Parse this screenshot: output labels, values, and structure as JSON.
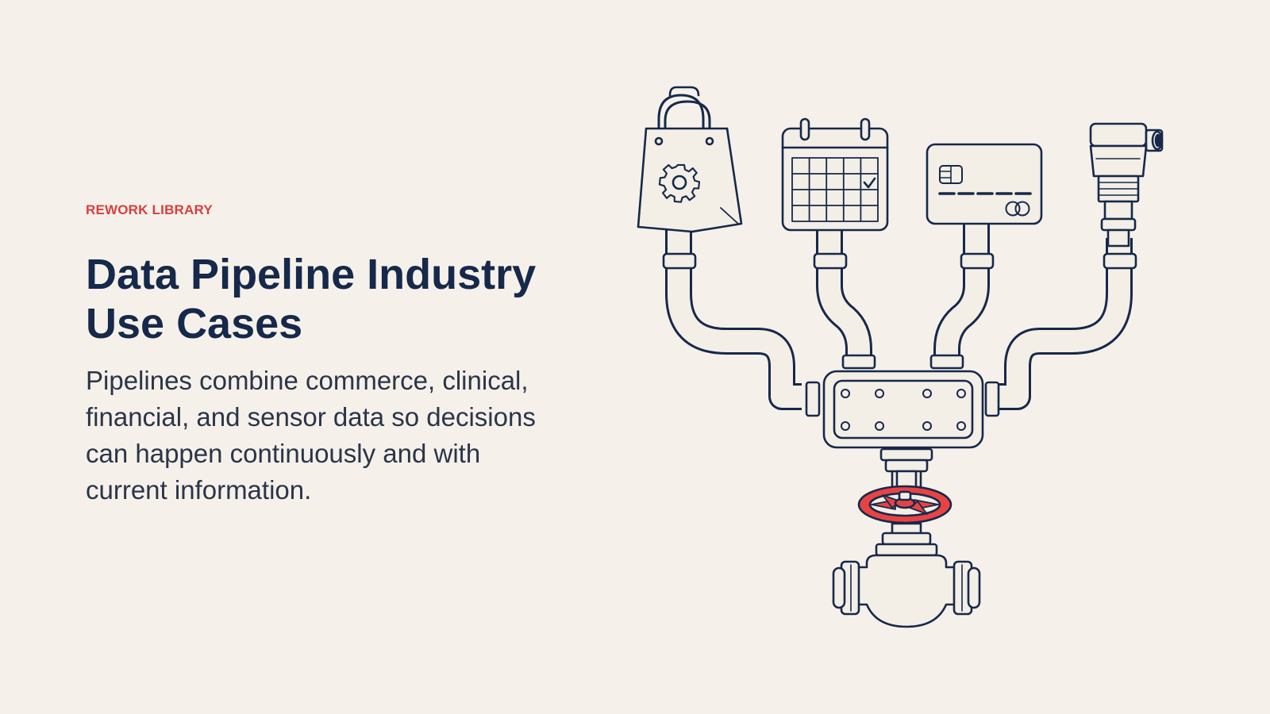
{
  "eyebrow": "REWORK LIBRARY",
  "title": {
    "line1": "Data Pipeline Industry",
    "line2": "Use Cases"
  },
  "body": "Pipelines combine commerce, clinical, financial, and sensor data so decisions can happen continuously and with current information.",
  "illustration": {
    "icons": [
      "shopping-bag-icon",
      "calendar-icon",
      "credit-card-icon",
      "sensor-icon",
      "manifold-icon",
      "valve-wheel-icon",
      "valve-body-icon"
    ]
  },
  "colors": {
    "background": "#F5F1EA",
    "accent": "#D93E3E",
    "navy": "#16294A",
    "body": "#2B3548",
    "fill": "#F3EEE6"
  }
}
